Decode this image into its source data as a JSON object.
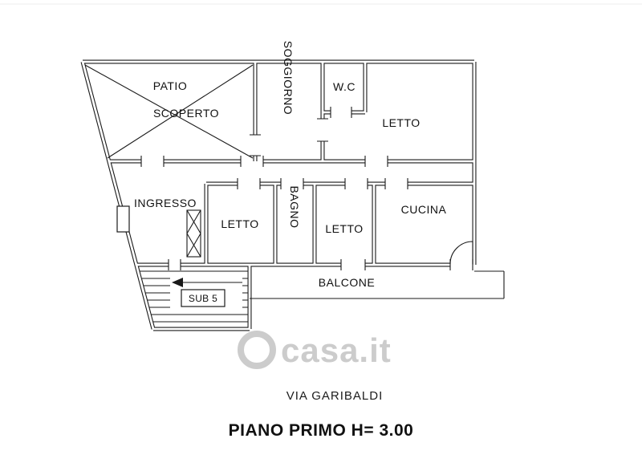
{
  "plan": {
    "rooms": {
      "patio_line1": "PATIO",
      "patio_line2": "SCOPERTO",
      "soggiorno": "SOGGIORNO",
      "wc": "W.C",
      "letto_top": "LETTO",
      "ingresso": "INGRESSO",
      "letto_left": "LETTO",
      "bagno": "BAGNO",
      "letto_mid": "LETTO",
      "cucina": "CUCINA",
      "balcone": "BALCONE",
      "sub": "SUB 5"
    }
  },
  "watermark": {
    "text": "casa.it"
  },
  "footer": {
    "street": "VIA GARIBALDI",
    "title": "PIANO PRIMO H= 3.00"
  },
  "colors": {
    "line": "#1a1a1a",
    "watermark": "#c7c7c7",
    "background": "#ffffff"
  }
}
